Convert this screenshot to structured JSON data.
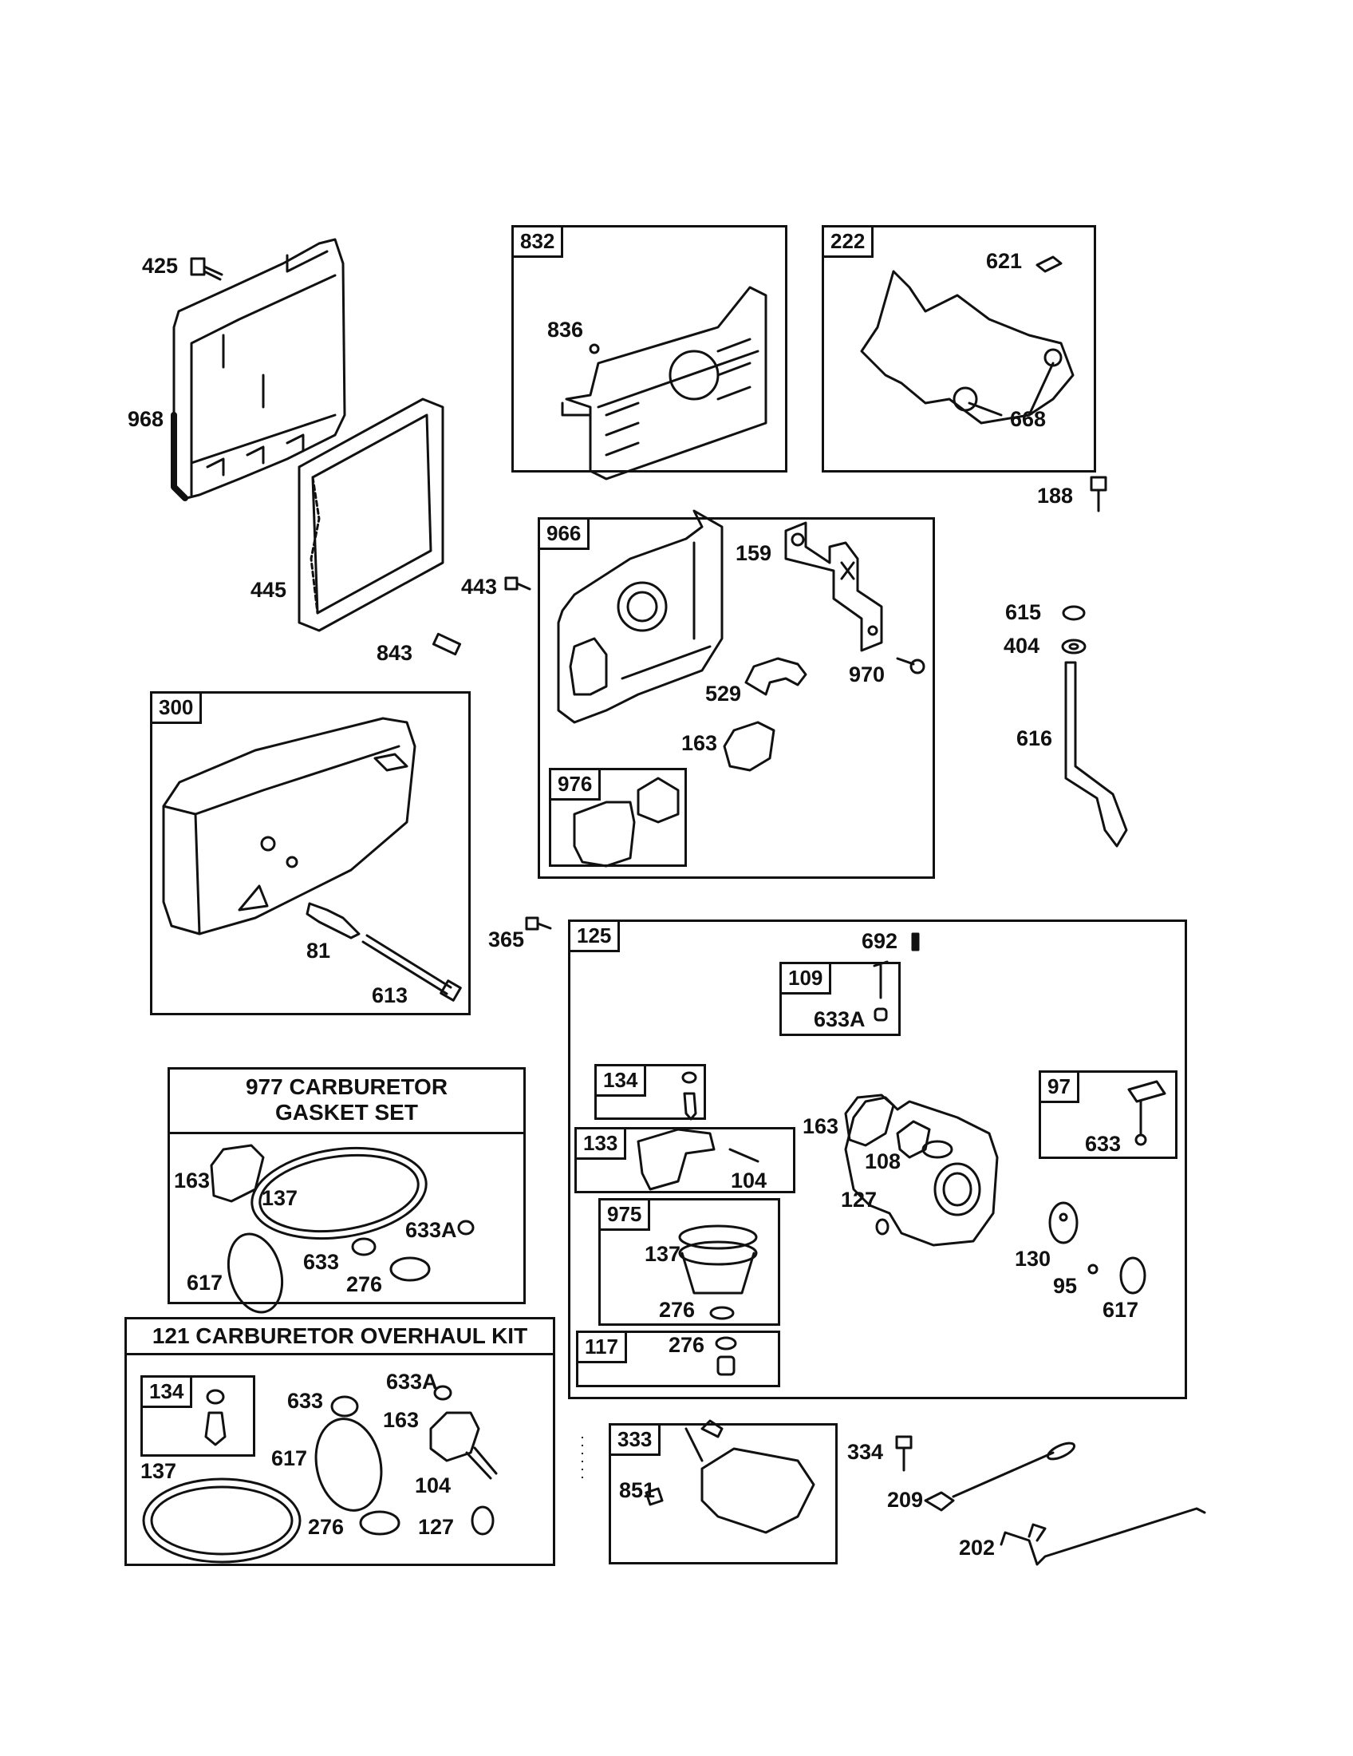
{
  "boxes": {
    "b832": "832",
    "b222": "222",
    "b966": "966",
    "b976": "976",
    "b300": "300",
    "b125": "125",
    "b109": "109",
    "b134a": "134",
    "b97": "97",
    "b133": "133",
    "b975": "975",
    "b117": "117",
    "b134b": "134",
    "b333": "333"
  },
  "kits": {
    "gasket_title_line1": "977 CARBURETOR",
    "gasket_title_line2": "GASKET SET",
    "overhaul_title": "121 CARBURETOR OVERHAUL KIT"
  },
  "labels": {
    "p425": "425",
    "p968": "968",
    "p445": "445",
    "p836": "836",
    "p621": "621",
    "p668": "668",
    "p188": "188",
    "p443": "443",
    "p159": "159",
    "p843": "843",
    "p970": "970",
    "p529": "529",
    "p163a": "163",
    "p615": "615",
    "p404": "404",
    "p616": "616",
    "p81": "81",
    "p613": "613",
    "p365": "365",
    "p692": "692",
    "p633Aa": "633A",
    "p163b": "163",
    "p108": "108",
    "p633a": "633",
    "p104a": "104",
    "p127a": "127",
    "p137a": "137",
    "p130": "130",
    "p95": "95",
    "p276a": "276",
    "p617a": "617",
    "p276b": "276",
    "p163c": "163",
    "p137b": "137",
    "p633Ab": "633A",
    "p633b": "633",
    "p617b": "617",
    "p276c": "276",
    "p633c": "633",
    "p633Ac": "633A",
    "p163d": "163",
    "p617c": "617",
    "p137c": "137",
    "p104b": "104",
    "p276d": "276",
    "p127b": "127",
    "p334": "334",
    "p851": "851",
    "p209": "209",
    "p202": "202"
  }
}
